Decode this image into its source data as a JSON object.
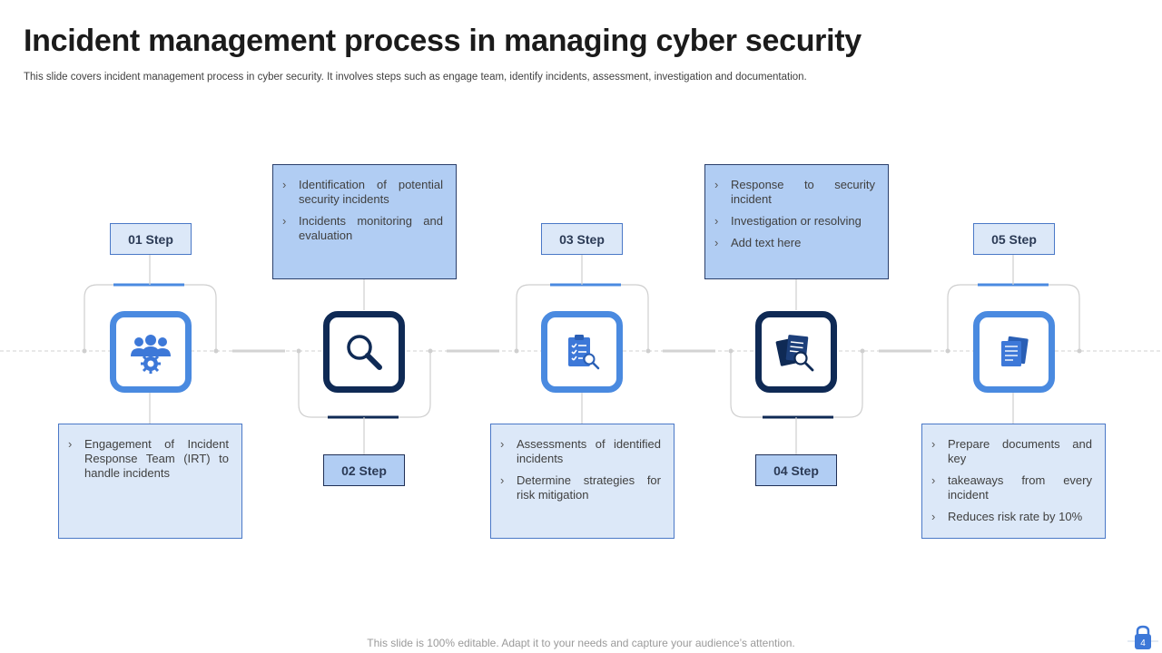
{
  "title": "Incident management process in managing cyber security",
  "subtitle": "This slide covers incident management process in cyber security. It involves steps such as engage team, identify incidents, assessment, investigation and documentation.",
  "footer": "This slide is 100% editable. Adapt it to your needs and capture your audience’s attention.",
  "page_number": "4",
  "colors": {
    "light_fill": "#dce8f8",
    "mid_fill": "#b1cdf3",
    "blue": "#4a8ae0",
    "navy": "#0f2a55"
  },
  "steps": [
    {
      "label": "01 Step",
      "icon": "team-settings-icon",
      "bullets": [
        "Engagement of Incident Response Team (IRT) to handle incidents"
      ]
    },
    {
      "label": "02 Step",
      "icon": "magnifier-icon",
      "bullets": [
        "Identification of potential security incidents",
        "Incidents monitoring and evaluation"
      ]
    },
    {
      "label": "03 Step",
      "icon": "clipboard-search-icon",
      "bullets": [
        "Assessments of identified incidents",
        "Determine strategies for risk mitigation"
      ]
    },
    {
      "label": "04 Step",
      "icon": "documents-search-icon",
      "bullets": [
        "Response to security incident",
        "Investigation or resolving",
        "Add text here"
      ]
    },
    {
      "label": "05 Step",
      "icon": "document-stack-icon",
      "bullets": [
        "Prepare documents and key",
        "takeaways from every incident",
        "Reduces risk rate by 10%"
      ]
    }
  ]
}
